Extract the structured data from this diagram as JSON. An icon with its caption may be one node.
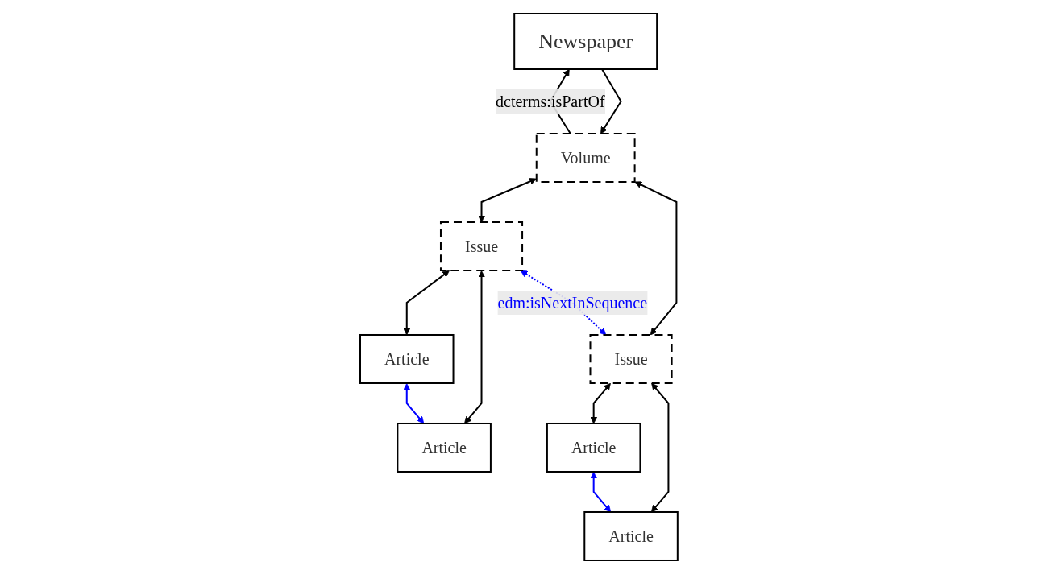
{
  "diagram": {
    "nodes": [
      {
        "text": [
          "Newspaper"
        ]
      },
      {
        "text": [
          "Volume"
        ]
      },
      {
        "text": [
          "Issue"
        ]
      },
      {
        "text": [
          "Issue"
        ]
      },
      {
        "text": [
          "Article"
        ]
      },
      {
        "text": [
          "Article"
        ]
      },
      {
        "text": [
          "Article"
        ]
      },
      {
        "text": [
          "Article"
        ]
      }
    ],
    "edges": [
      {
        "from": 0,
        "to": 1,
        "arrow": "to"
      },
      {
        "from": 1,
        "to": 0,
        "arrow": "to",
        "label": "dcterms:isPartOf"
      },
      {
        "from": 1,
        "to": 2,
        "arrow": "both"
      },
      {
        "from": 1,
        "to": 3,
        "arrow": "both"
      },
      {
        "from": 2,
        "to": 3,
        "arrow": "both",
        "style": "dashed",
        "color": "#0000ff",
        "label": "edm:isNextInSequence"
      },
      {
        "from": 2,
        "to": 4,
        "arrow": "both"
      },
      {
        "from": 2,
        "to": 5,
        "arrow": "both"
      },
      {
        "from": 3,
        "to": 6,
        "arrow": "both"
      },
      {
        "from": 3,
        "to": 7,
        "arrow": "both"
      },
      {
        "from": 4,
        "to": 5,
        "arrow": "both",
        "color": "#0000ff"
      },
      {
        "from": 6,
        "to": 7,
        "arrow": "both",
        "color": "#0000ff"
      }
    ]
  }
}
